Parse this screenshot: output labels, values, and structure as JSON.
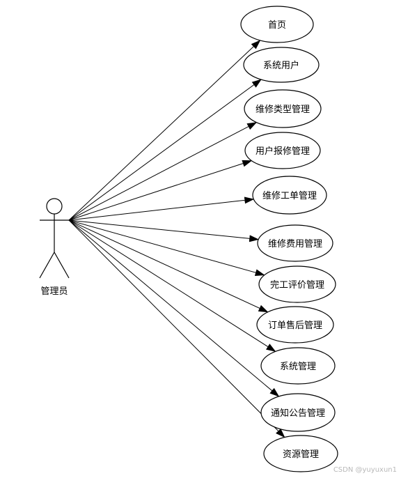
{
  "diagram": {
    "actor": {
      "label": "管理员"
    },
    "use_cases": [
      {
        "label": "首页"
      },
      {
        "label": "系统用户"
      },
      {
        "label": "维修类型管理"
      },
      {
        "label": "用户报修管理"
      },
      {
        "label": "维修工单管理"
      },
      {
        "label": "维修费用管理"
      },
      {
        "label": "完工评价管理"
      },
      {
        "label": "订单售后管理"
      },
      {
        "label": "系统管理"
      },
      {
        "label": "通知公告管理"
      },
      {
        "label": "资源管理"
      }
    ],
    "colors": {
      "stroke": "#000000",
      "background": "#ffffff",
      "watermark": "#b8b8b8"
    }
  },
  "watermark": "CSDN @yuyuxun1"
}
